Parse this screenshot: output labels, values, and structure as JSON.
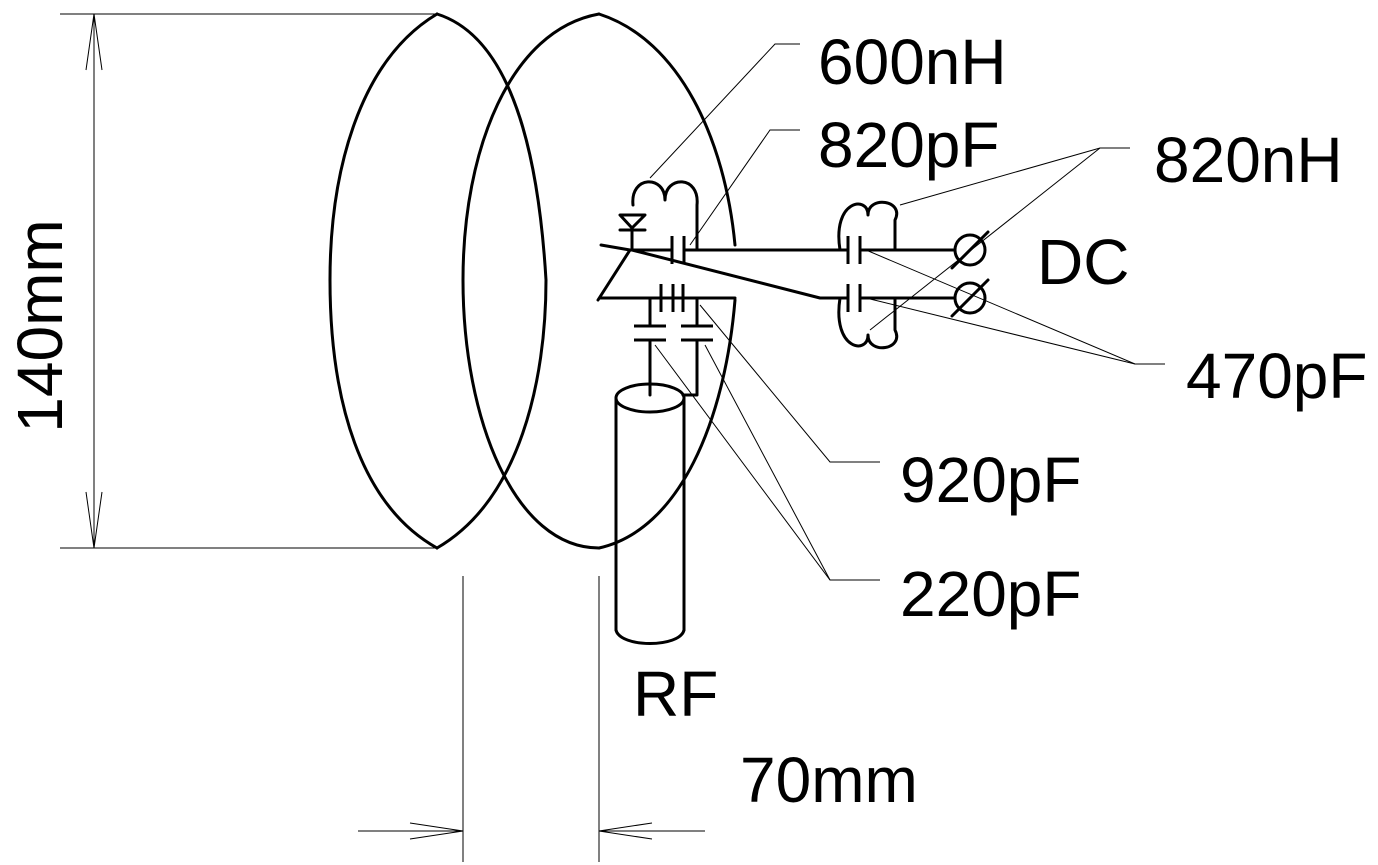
{
  "labels": {
    "height_dimension": "140mm",
    "spacing_dimension": "70mm",
    "inductor_600": "600nH",
    "capacitor_820": "820pF",
    "inductor_820": "820nH",
    "dc_port": "DC",
    "capacitor_470": "470pF",
    "capacitor_920": "920pF",
    "capacitor_220": "220pF",
    "rf_port": "RF"
  },
  "colors": {
    "line": "#000000",
    "background": "#ffffff"
  }
}
